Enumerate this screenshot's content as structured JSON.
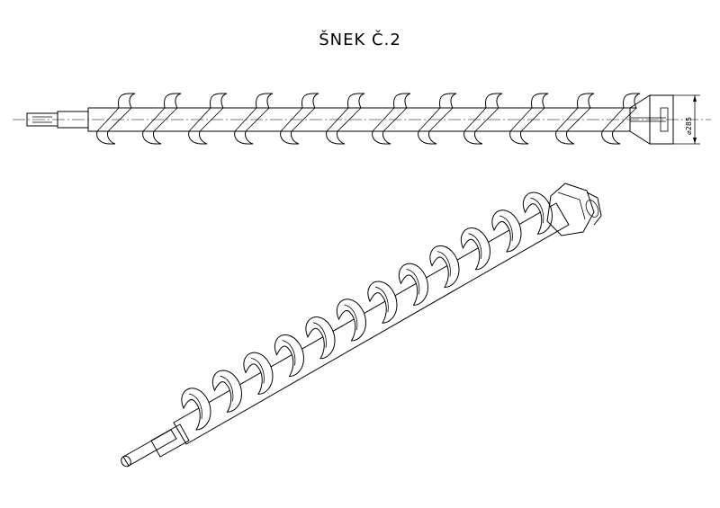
{
  "drawing": {
    "title": "ŠNEK Č.2",
    "dimension_label": "⌀285",
    "flight_turns_side_view": 12,
    "flight_turns_iso_view": 12
  }
}
